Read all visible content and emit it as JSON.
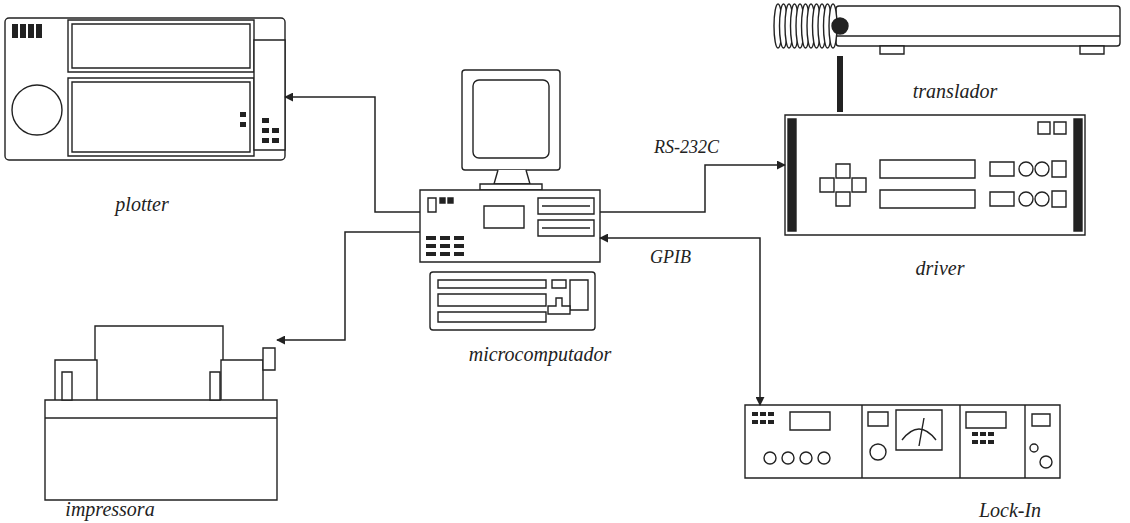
{
  "diagram": {
    "nodes": [
      {
        "text": [
          "plotter"
        ]
      },
      {
        "text": [
          "translador"
        ]
      },
      {
        "text": [
          "microcomputador"
        ]
      },
      {
        "text": [
          "driver"
        ]
      },
      {
        "text": [
          "impressora"
        ]
      },
      {
        "text": [
          "Lock-In"
        ]
      }
    ],
    "edges": [
      {
        "from": 2,
        "to": 0,
        "arrow": "to"
      },
      {
        "from": 2,
        "to": 4,
        "arrow": "to"
      },
      {
        "from": 2,
        "to": 3,
        "label": "RS-232C",
        "arrow": "to"
      },
      {
        "from": 2,
        "to": 5,
        "label": "GPIB",
        "arrow": "both"
      },
      {
        "from": 3,
        "to": 1,
        "arrow": "none"
      }
    ]
  }
}
